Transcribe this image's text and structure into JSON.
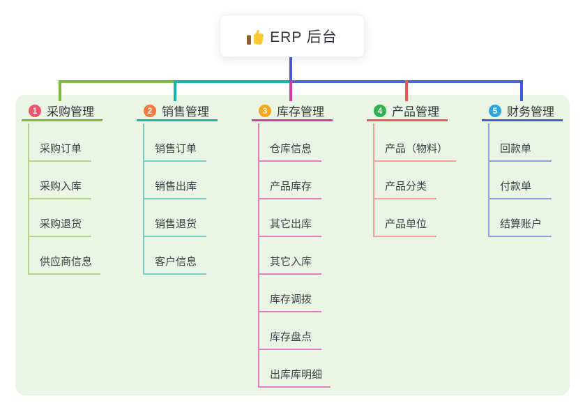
{
  "root": {
    "title": "ERP 后台",
    "icon": "thumbs-up-icon"
  },
  "colors": {
    "panel_bg": "#eaf6e3",
    "root_vertical": "#4b58d2",
    "trunk_left_green": "#7cb93e",
    "trunk_left_teal": "#17b4a9",
    "trunk_right_blue": "#4a63d6"
  },
  "branches": [
    {
      "badge": "1",
      "label": "采购管理",
      "badge_color": "#f4516c",
      "line_color": "#7cb93e",
      "child_line_color": "#b2d687",
      "drop_color": "#7cb93e",
      "children": [
        "采购订单",
        "采购入库",
        "采购退货",
        "供应商信息"
      ]
    },
    {
      "badge": "2",
      "label": "销售管理",
      "badge_color": "#f57a3e",
      "line_color": "#17b4a9",
      "child_line_color": "#76cfc6",
      "drop_color": "#17b4a9",
      "children": [
        "销售订单",
        "销售出库",
        "销售退货",
        "客户信息"
      ]
    },
    {
      "badge": "3",
      "label": "库存管理",
      "badge_color": "#f9a61b",
      "line_color": "#d53b9f",
      "child_line_color": "#e37fc0",
      "drop_color": "#d53b9f",
      "children": [
        "仓库信息",
        "产品库存",
        "其它出库",
        "其它入库",
        "库存调拨",
        "库存盘点",
        "出库库明细"
      ]
    },
    {
      "badge": "4",
      "label": "产品管理",
      "badge_color": "#2eb44f",
      "line_color": "#f05454",
      "child_line_color": "#f7a09a",
      "drop_color": "#f05454",
      "children": [
        "产品（物料）",
        "产品分类",
        "产品单位"
      ]
    },
    {
      "badge": "5",
      "label": "财务管理",
      "badge_color": "#2ba7e0",
      "line_color": "#3a5ed8",
      "child_line_color": "#8da2dd",
      "drop_color": "#3a5ed8",
      "children": [
        "回款单",
        "付款单",
        "结算账户"
      ]
    }
  ]
}
